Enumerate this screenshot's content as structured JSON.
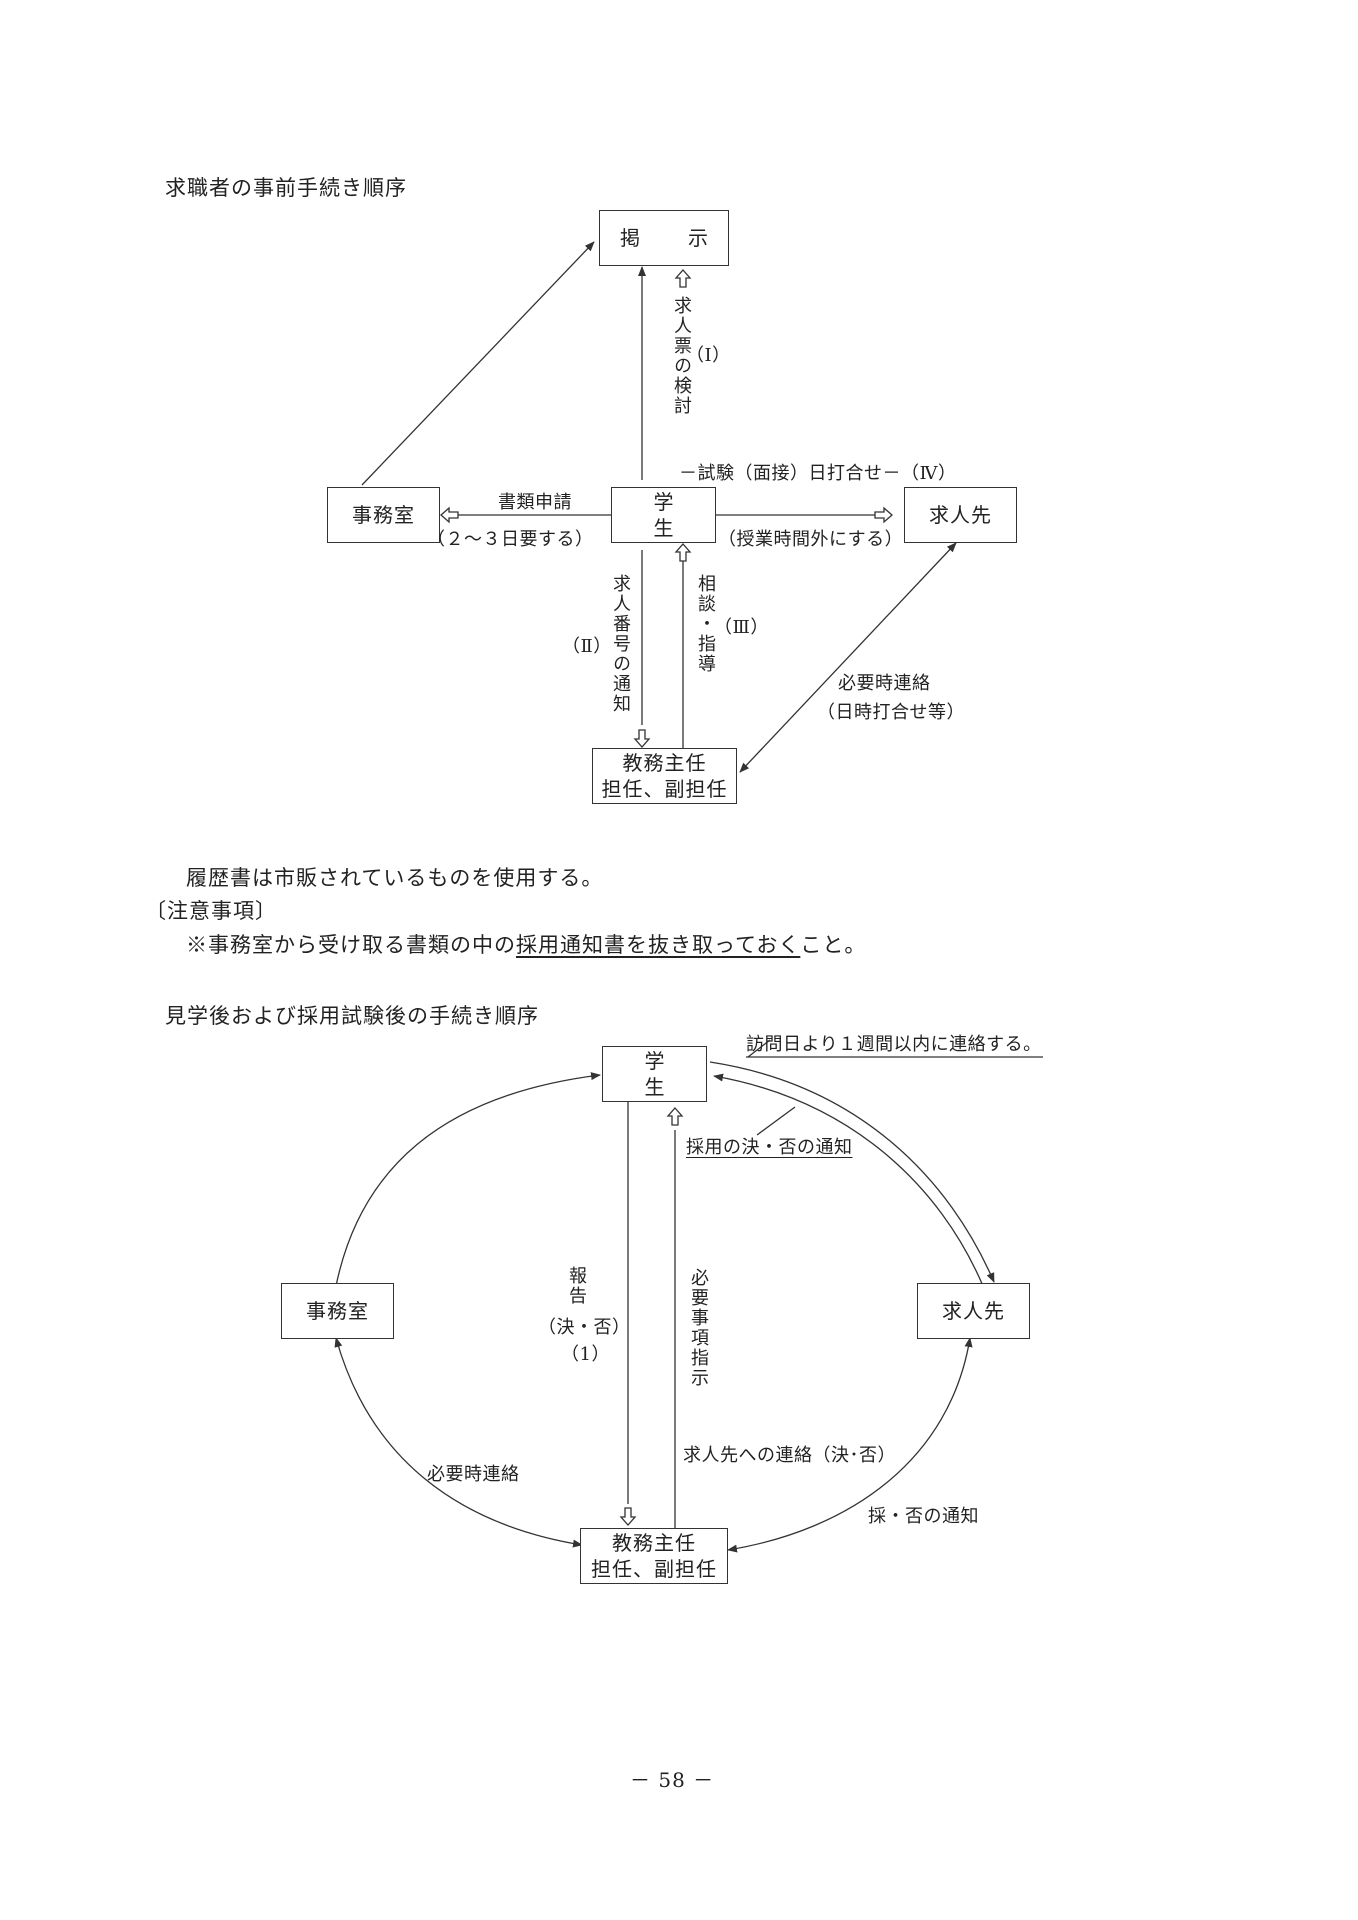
{
  "diagram1": {
    "heading": "求職者の事前手続き順序",
    "nodes": {
      "keiji": "掲　示",
      "jimushitsu": "事務室",
      "gakusei": "学　生",
      "kyujinsaki": "求人先",
      "kyomu_line1": "教務主任",
      "kyomu_line2": "担任、副担任"
    },
    "labels": {
      "kyujinhyo": "求人票の検討",
      "kyujinhyo_num": "（Ⅰ）",
      "shorui": "書類申請",
      "shorui_note": "（２～３日要する）",
      "shiken": "－試験（面接）日打合せ－（Ⅳ）",
      "jugyo": "（授業時間外にする）",
      "bango": "求人番号の通知",
      "bango_num": "（Ⅱ）",
      "sodan": "相談・指導",
      "sodan_num": "（Ⅲ）",
      "hitsuyo1": "必要時連絡",
      "hitsuyo2": "（日時打合せ等）"
    }
  },
  "notes": {
    "rirekisho": "履歴書は市販されているものを使用する。",
    "chui_title": "〔注意事項〕",
    "chui_pre": "※事務室から受け取る書類の中の",
    "chui_ul": "採用通知書を抜き取っておく",
    "chui_post": "こと。"
  },
  "diagram2": {
    "heading": "見学後および採用試験後の手続き順序",
    "nodes": {
      "gakusei": "学　生",
      "jimushitsu": "事務室",
      "kyujinsaki": "求人先",
      "kyomu_line1": "教務主任",
      "kyomu_line2": "担任、副担任"
    },
    "labels": {
      "homon": "訪問日より１週間以内に連絡する。",
      "saiyo": "採用の決・否の通知",
      "hokoku": "報告",
      "kettei": "（決・否）",
      "num1": "（1）",
      "hitsuyo_jiko": "必要事項指示",
      "renraku_kyujin": "求人先への連絡（決･否）",
      "hitsuyo_renraku": "必要時連絡",
      "sai_hi": "採・否の通知"
    }
  },
  "footer": {
    "page": "－ 58 －"
  }
}
